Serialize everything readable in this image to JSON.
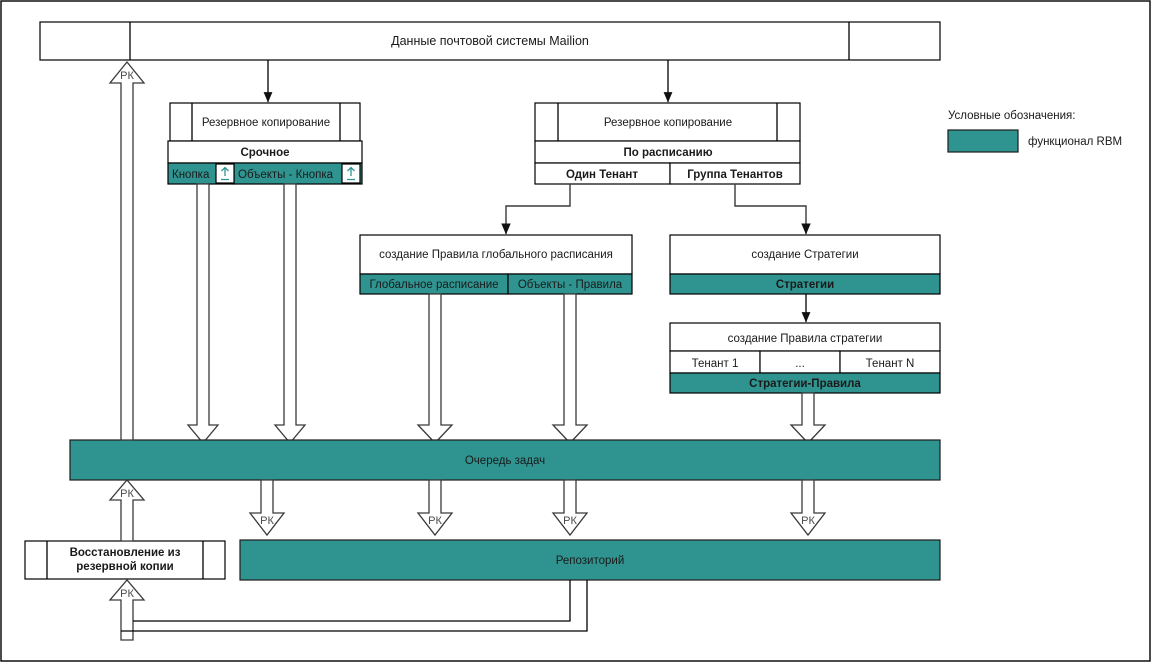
{
  "diagram": {
    "title": "Данные почтовой системы Mailion",
    "top_box": {
      "label": "Данные почтовой системы Mailion"
    },
    "urgent_branch": {
      "header": "Резервное копирование",
      "mode": "Срочное",
      "cells": [
        {
          "label": "Кнопка",
          "icon": "upload-icon"
        },
        {
          "label": "Объекты - Кнопка",
          "icon": "upload-icon"
        }
      ]
    },
    "scheduled_branch": {
      "header": "Резервное копирование",
      "mode": "По расписанию",
      "cells": [
        {
          "label": "Один Тенант"
        },
        {
          "label": "Группа Тенантов"
        }
      ]
    },
    "global_rule_box": {
      "header": "создание Правила глобального расписания",
      "cells": [
        {
          "label": "Глобальное расписание"
        },
        {
          "label": "Объекты - Правила"
        }
      ]
    },
    "strategy_box": {
      "header": "создание Стратегии",
      "cells": [
        {
          "label": "Стратегии"
        }
      ]
    },
    "strategy_rule_box": {
      "header": "создание Правила стратегии",
      "tenants": [
        "Тенант 1",
        "...",
        "Тенант N"
      ],
      "footer": "Стратегии-Правила"
    },
    "queue_bar": {
      "label": "Очередь задач"
    },
    "repository_bar": {
      "label": "Репозиторий"
    },
    "restore_box": {
      "line1": "Восстановление из",
      "line2": "резервной копии"
    },
    "arrow_labels": {
      "backup": "РК"
    },
    "legend": {
      "title": "Условные обозначения:",
      "items": [
        {
          "label": "функционал RBM",
          "color": "#2f9490"
        }
      ]
    },
    "colors": {
      "teal": "#2f9490",
      "stroke": "#000000",
      "background": "#ffffff"
    }
  }
}
